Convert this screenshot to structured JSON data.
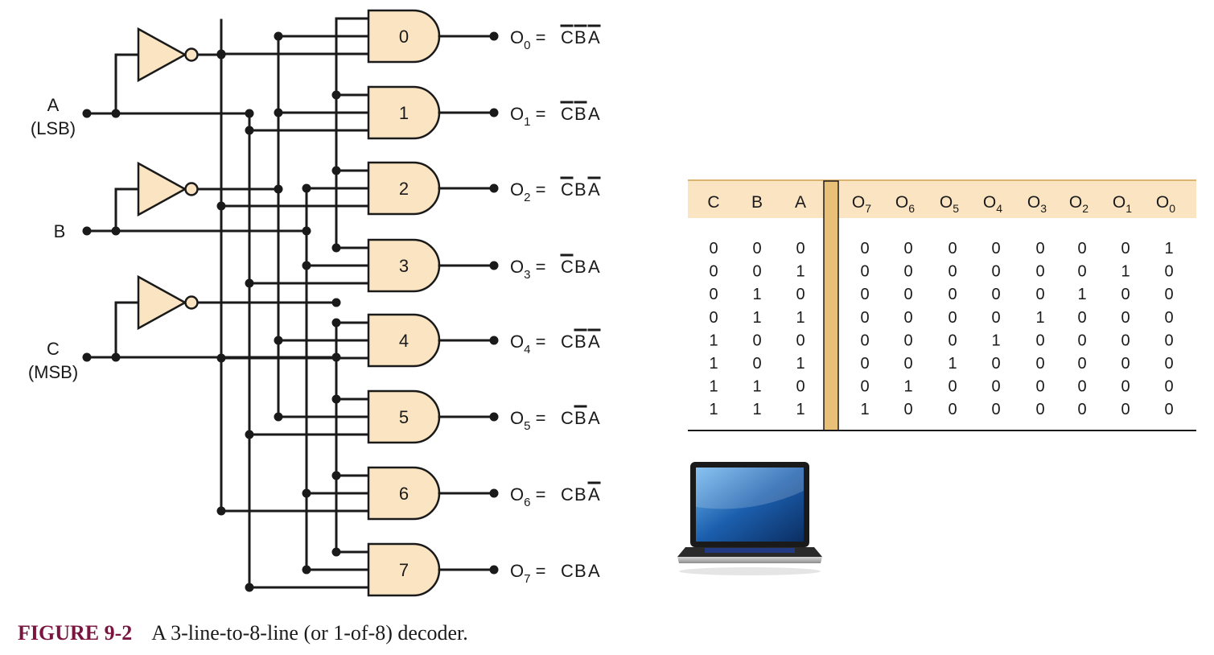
{
  "inputs": [
    {
      "name": "A",
      "note": "(LSB)"
    },
    {
      "name": "B",
      "note": ""
    },
    {
      "name": "C",
      "note": "(MSB)"
    }
  ],
  "gates": [
    {
      "label": "0",
      "out": "O",
      "sub": "0",
      "rhs": [
        [
          "C",
          true
        ],
        [
          "B",
          true
        ],
        [
          "A",
          true
        ]
      ],
      "ins": [
        "C'",
        "B'",
        "A'"
      ]
    },
    {
      "label": "1",
      "out": "O",
      "sub": "1",
      "rhs": [
        [
          "C",
          true
        ],
        [
          "B",
          true
        ],
        [
          "A",
          false
        ]
      ],
      "ins": [
        "C'",
        "B'",
        "A"
      ]
    },
    {
      "label": "2",
      "out": "O",
      "sub": "2",
      "rhs": [
        [
          "C",
          true
        ],
        [
          "B",
          false
        ],
        [
          "A",
          true
        ]
      ],
      "ins": [
        "C'",
        "B",
        "A'"
      ]
    },
    {
      "label": "3",
      "out": "O",
      "sub": "3",
      "rhs": [
        [
          "C",
          true
        ],
        [
          "B",
          false
        ],
        [
          "A",
          false
        ]
      ],
      "ins": [
        "C'",
        "B",
        "A"
      ]
    },
    {
      "label": "4",
      "out": "O",
      "sub": "4",
      "rhs": [
        [
          "C",
          false
        ],
        [
          "B",
          true
        ],
        [
          "A",
          true
        ]
      ],
      "ins": [
        "C",
        "B'",
        "A'"
      ]
    },
    {
      "label": "5",
      "out": "O",
      "sub": "5",
      "rhs": [
        [
          "C",
          false
        ],
        [
          "B",
          true
        ],
        [
          "A",
          false
        ]
      ],
      "ins": [
        "C",
        "B'",
        "A"
      ]
    },
    {
      "label": "6",
      "out": "O",
      "sub": "6",
      "rhs": [
        [
          "C",
          false
        ],
        [
          "B",
          false
        ],
        [
          "A",
          true
        ]
      ],
      "ins": [
        "C",
        "B",
        "A'"
      ]
    },
    {
      "label": "7",
      "out": "O",
      "sub": "7",
      "rhs": [
        [
          "C",
          false
        ],
        [
          "B",
          false
        ],
        [
          "A",
          false
        ]
      ],
      "ins": [
        "C",
        "B",
        "A"
      ]
    }
  ],
  "truth_table": {
    "input_headers": [
      "C",
      "B",
      "A"
    ],
    "output_headers": [
      {
        "base": "O",
        "sub": "7"
      },
      {
        "base": "O",
        "sub": "6"
      },
      {
        "base": "O",
        "sub": "5"
      },
      {
        "base": "O",
        "sub": "4"
      },
      {
        "base": "O",
        "sub": "3"
      },
      {
        "base": "O",
        "sub": "2"
      },
      {
        "base": "O",
        "sub": "1"
      },
      {
        "base": "O",
        "sub": "0"
      }
    ],
    "rows": [
      {
        "inputs": [
          "0",
          "0",
          "0"
        ],
        "outputs": [
          "0",
          "0",
          "0",
          "0",
          "0",
          "0",
          "0",
          "1"
        ]
      },
      {
        "inputs": [
          "0",
          "0",
          "1"
        ],
        "outputs": [
          "0",
          "0",
          "0",
          "0",
          "0",
          "0",
          "1",
          "0"
        ]
      },
      {
        "inputs": [
          "0",
          "1",
          "0"
        ],
        "outputs": [
          "0",
          "0",
          "0",
          "0",
          "0",
          "1",
          "0",
          "0"
        ]
      },
      {
        "inputs": [
          "0",
          "1",
          "1"
        ],
        "outputs": [
          "0",
          "0",
          "0",
          "0",
          "1",
          "0",
          "0",
          "0"
        ]
      },
      {
        "inputs": [
          "1",
          "0",
          "0"
        ],
        "outputs": [
          "0",
          "0",
          "0",
          "1",
          "0",
          "0",
          "0",
          "0"
        ]
      },
      {
        "inputs": [
          "1",
          "0",
          "1"
        ],
        "outputs": [
          "0",
          "0",
          "1",
          "0",
          "0",
          "0",
          "0",
          "0"
        ]
      },
      {
        "inputs": [
          "1",
          "1",
          "0"
        ],
        "outputs": [
          "0",
          "1",
          "0",
          "0",
          "0",
          "0",
          "0",
          "0"
        ]
      },
      {
        "inputs": [
          "1",
          "1",
          "1"
        ],
        "outputs": [
          "1",
          "0",
          "0",
          "0",
          "0",
          "0",
          "0",
          "0"
        ]
      }
    ]
  },
  "caption": {
    "label": "FIGURE 9-2",
    "text": "A 3-line-to-8-line (or 1-of-8) decoder."
  },
  "colors": {
    "gate_fill": "#fbe4c2",
    "wire": "#1a1a1a",
    "table_header_band": "#fbe4c2",
    "table_divider": "#e8c077",
    "caption_label": "#7a1540"
  },
  "icons": [
    "laptop-icon"
  ]
}
